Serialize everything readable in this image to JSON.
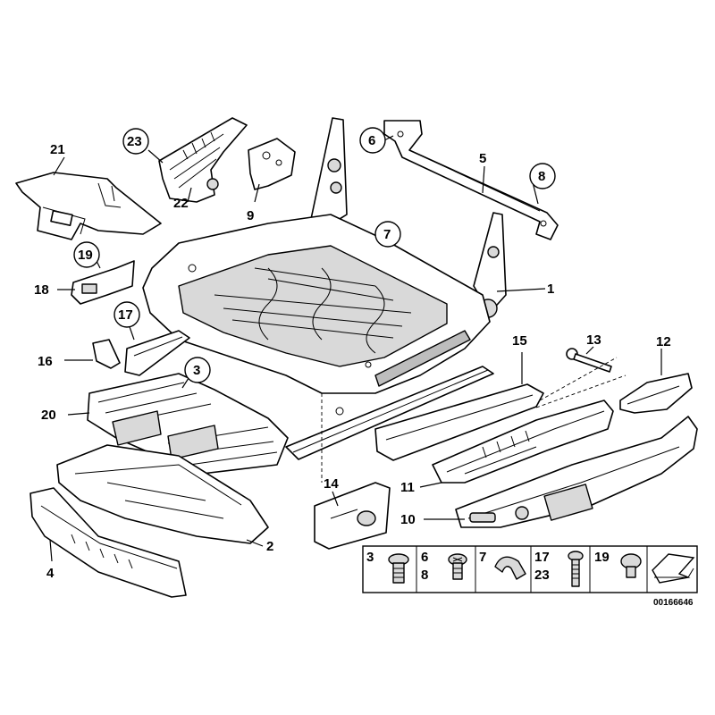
{
  "callouts": {
    "c1": "1",
    "c2": "2",
    "c3": "3",
    "c4": "4",
    "c5": "5",
    "c6": "6",
    "c7": "7",
    "c8": "8",
    "c9": "9",
    "c10": "10",
    "c11": "11",
    "c12": "12",
    "c13": "13",
    "c14": "14",
    "c15": "15",
    "c16": "16",
    "c17": "17",
    "c18": "18",
    "c19": "19",
    "c20": "20",
    "c21": "21",
    "c22": "22",
    "c23": "23"
  },
  "legend": {
    "l3": "3",
    "l6": "6",
    "l8": "8",
    "l7": "7",
    "l17": "17",
    "l23": "23",
    "l19": "19"
  },
  "diagram_id": "00166646",
  "icons": [
    "screw-icon",
    "cross-screw-icon",
    "clip-icon",
    "torx-bolt-icon",
    "arrow-icon"
  ]
}
